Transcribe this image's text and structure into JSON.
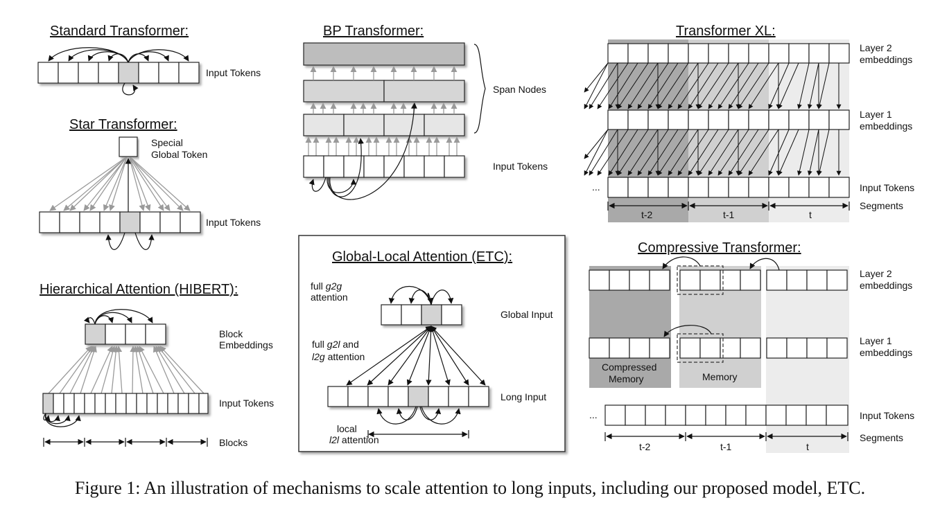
{
  "panels": {
    "standard": {
      "title": "Standard Transformer:",
      "tokens_label": "Input Tokens"
    },
    "star": {
      "title": "Star Transformer:",
      "global_label_1": "Special",
      "global_label_2": "Global Token",
      "tokens_label": "Input Tokens"
    },
    "hibert": {
      "title": "Hierarchical Attention (HIBERT):",
      "block_label_1": "Block",
      "block_label_2": "Embeddings",
      "tokens_label": "Input Tokens",
      "blocks_label": "Blocks"
    },
    "bp": {
      "title": "BP Transformer:",
      "span_label": "Span Nodes",
      "tokens_label": "Input Tokens"
    },
    "etc": {
      "title": "Global-Local Attention (ETC):",
      "g2g_1": "full ",
      "g2g_2": "g2g",
      "g2g_3": "attention",
      "g2l_1": "full ",
      "g2l_2": "g2l",
      "g2l_3": " and",
      "g2l_4": "l2g",
      "g2l_5": " attention",
      "l2l_1": "local",
      "l2l_2": "l2l",
      "l2l_3": " attention",
      "global_label": "Global Input",
      "long_label": "Long Input"
    },
    "xl": {
      "title": "Transformer XL:",
      "layer2_1": "Layer 2",
      "layer2_2": "embeddings",
      "layer1_1": "Layer 1",
      "layer1_2": "embeddings",
      "ellipsis": "...",
      "tokens_label": "Input Tokens",
      "segments_label": "Segments",
      "seg1": "t-2",
      "seg2": "t-1",
      "seg3": "t"
    },
    "compressive": {
      "title": "Compressive Transformer:",
      "layer2_1": "Layer 2",
      "layer2_2": "embeddings",
      "layer1_1": "Layer 1",
      "layer1_2": "embeddings",
      "compressed_1": "Compressed",
      "compressed_2": "Memory",
      "memory": "Memory",
      "ellipsis": "...",
      "tokens_label": "Input Tokens",
      "segments_label": "Segments",
      "seg1": "t-2",
      "seg2": "t-1",
      "seg3": "t"
    }
  },
  "caption": "Figure 1: An illustration of mechanisms to scale attention to long inputs, including our proposed model, ETC."
}
